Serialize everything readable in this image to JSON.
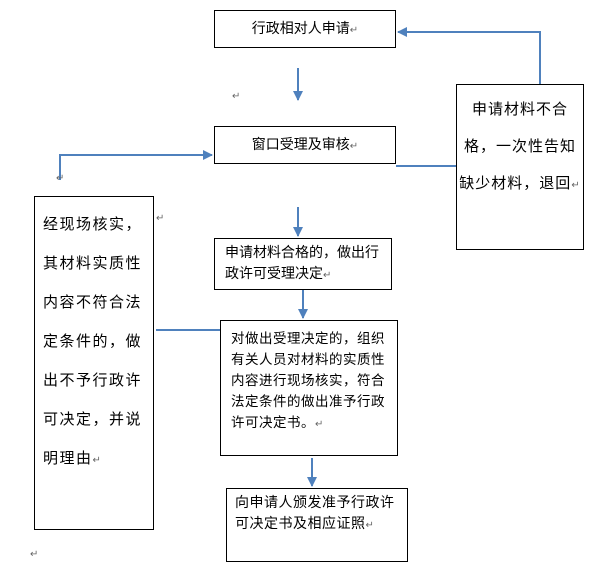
{
  "boxes": {
    "applicant": "行政相对人申请",
    "window_review": "窗口受理及审核",
    "reject_material": "申请材料不合格，一次性告知缺少材料，退回",
    "material_ok": "申请材料合格的，做出行政许可受理决定",
    "onsite_reject": "经现场核实，其材料实质性内容不符合法定条件的，做出不予行政许可决定，并说明理由",
    "verify": "对做出受理决定的，组织有关人员对材料的实质性内容进行现场核实，符合法定条件的做出准予行政许可决定书。",
    "issue": "向申请人颁发准予行政许可决定书及相应证照"
  },
  "paragraph_mark": "↵",
  "colors": {
    "arrow": "#4f81bd",
    "border": "#000000",
    "mark": "#666666"
  }
}
